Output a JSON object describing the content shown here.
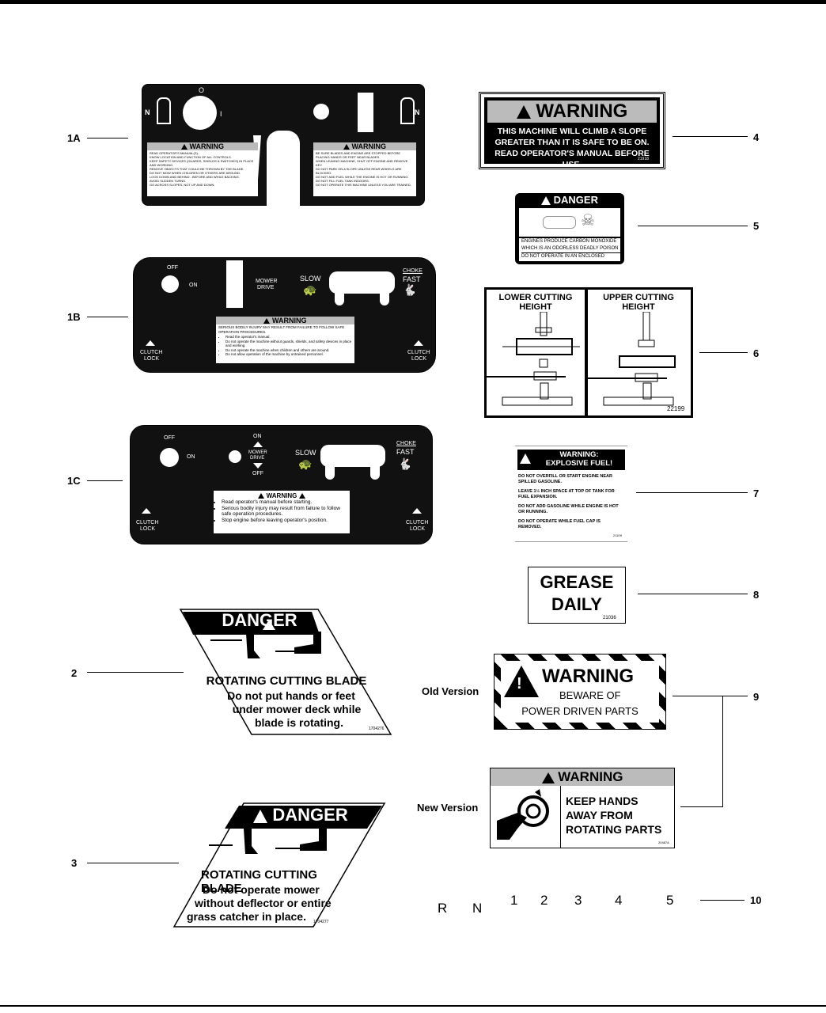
{
  "callouts": {
    "c1a": "1A",
    "c1b": "1B",
    "c1c": "1C",
    "c2": "2",
    "c3": "3",
    "c4": "4",
    "c5": "5",
    "c6": "6",
    "c7": "7",
    "c8": "8",
    "c9": "9",
    "c10": "10"
  },
  "labels": {
    "old_version": "Old Version",
    "new_version": "New Version"
  },
  "decal_1a": {
    "switch_top": "O",
    "switch_side": "I",
    "n_left": "N",
    "n_right": "N",
    "warn_left": "WARNING",
    "warn_right": "WARNING",
    "left_lines": [
      "READ OPERATOR'S MANUAL(S).",
      "KNOW LOCATION AND FUNCTION OF ALL CONTROLS.",
      "KEEP SAFETY DEVICES (GUARDS, SHIELDS & SWITCHES) IN PLACE AND WORKING.",
      "REMOVE OBJECTS THAT COULD BE THROWN BY THE BLADE.",
      "DO NOT MOW WHEN CHILDREN OR OTHERS ARE AROUND.",
      "LOOK DOWN AND BEHIND - BEFORE AND WHILE BACKING.",
      "AVOID SUDDEN TURNS.",
      "GO ACROSS SLOPES, NOT UP AND DOWN."
    ],
    "right_lines": [
      "BE SURE BLADES AND ENGINE ARE STOPPED BEFORE PLACING HANDS OR FEET NEAR BLADES.",
      "WHEN LEAVING MACHINE, SHUT OFF ENGINE AND REMOVE KEY.",
      "DO NOT PARK ON A SLOPE UNLESS REAR WHEELS ARE BLOCKED.",
      "DO NOT ADD FUEL WHILE THE ENGINE IS HOT OR RUNNING.",
      "DO NOT FILL FUEL TANK INDOORS.",
      "DO NOT OPERATE THIS MACHINE UNLESS YOU ARE TRAINED."
    ]
  },
  "decal_1b": {
    "off": "OFF",
    "on": "ON",
    "mower": "MOWER",
    "drive": "DRIVE",
    "slow": "SLOW",
    "choke": "CHOKE",
    "fast": "FAST",
    "clutch": "CLUTCH",
    "lock": "LOCK",
    "warning": "WARNING",
    "lead": "SERIOUS BODILY INJURY MAY RESULT FROM FAILURE TO FOLLOW SAFE OPERATION PROCEDURES.",
    "bullets": [
      "Read the operator's manual.",
      "Do not operate the machine without guards, shields, and safety devices in place and working.",
      "Do not operate the machine when children and others are around.",
      "Do not allow operation of the machine by untrained personnel."
    ]
  },
  "decal_1c": {
    "off": "OFF",
    "on": "ON",
    "on2": "ON",
    "mower": "MOWER",
    "drive": "DRIVE",
    "off2": "OFF",
    "slow": "SLOW",
    "choke": "CHOKE",
    "fast": "FAST",
    "clutch": "CLUTCH",
    "lock": "LOCK",
    "warning": "WARNING",
    "bullets": [
      "Read operator's manual before starting.",
      "Serious bodily injury may result from failure to follow safe operation procedures.",
      "Stop engine before leaving operator's position."
    ]
  },
  "decal_4": {
    "title": "WARNING",
    "lines": [
      "THIS MACHINE WILL CLIMB A SLOPE",
      "GREATER THAN IT IS SAFE TO BE ON.",
      "READ OPERATOR'S MANUAL BEFORE USE."
    ],
    "code": "21918"
  },
  "decal_5": {
    "title": "DANGER",
    "lines": [
      "ENGINES PRODUCE CARBON MONOXIDE",
      "WHICH IS AN ODORLESS DEADLY POISON",
      "DO NOT OPERATE IN AN ENCLOSED"
    ]
  },
  "decal_6": {
    "left_title": "LOWER CUTTING HEIGHT",
    "right_title": "UPPER CUTTING HEIGHT",
    "code": "22199"
  },
  "decal_7": {
    "title1": "WARNING:",
    "title2": "EXPLOSIVE FUEL!",
    "lines": [
      "DO NOT OVERFILL OR START ENGINE NEAR SPILLED GASOLINE.",
      "LEAVE 1½ INCH SPACE AT TOP OF TANK FOR FUEL EXPANSION.",
      "DO NOT ADD GASOLINE WHILE ENGINE IS HOT OR RUNNING.",
      "DO NOT OPERATE WHILE FUEL CAP IS REMOVED."
    ],
    "code": "21109"
  },
  "decal_8": {
    "line1": "GREASE",
    "line2": "DAILY",
    "code": "21036"
  },
  "decal_2": {
    "title": "DANGER",
    "headline": "ROTATING CUTTING BLADE",
    "lines": [
      "Do not put hands or feet",
      "under mower deck while",
      "blade is rotating."
    ],
    "code": "1704276"
  },
  "decal_3": {
    "title": "DANGER",
    "headline": "ROTATING CUTTING BLADE",
    "lines": [
      "Do not operate mower",
      "without deflector or entire",
      "grass catcher in place."
    ],
    "code": "1704277"
  },
  "decal_9_old": {
    "title": "WARNING",
    "line1": "BEWARE OF",
    "line2": "POWER DRIVEN PARTS"
  },
  "decal_9_new": {
    "title": "WARNING",
    "lines": [
      "KEEP HANDS",
      "AWAY FROM",
      "ROTATING PARTS"
    ],
    "code": "20487A"
  },
  "decal_10": [
    "R",
    "N",
    "1",
    "2",
    "3",
    "4",
    "5"
  ]
}
